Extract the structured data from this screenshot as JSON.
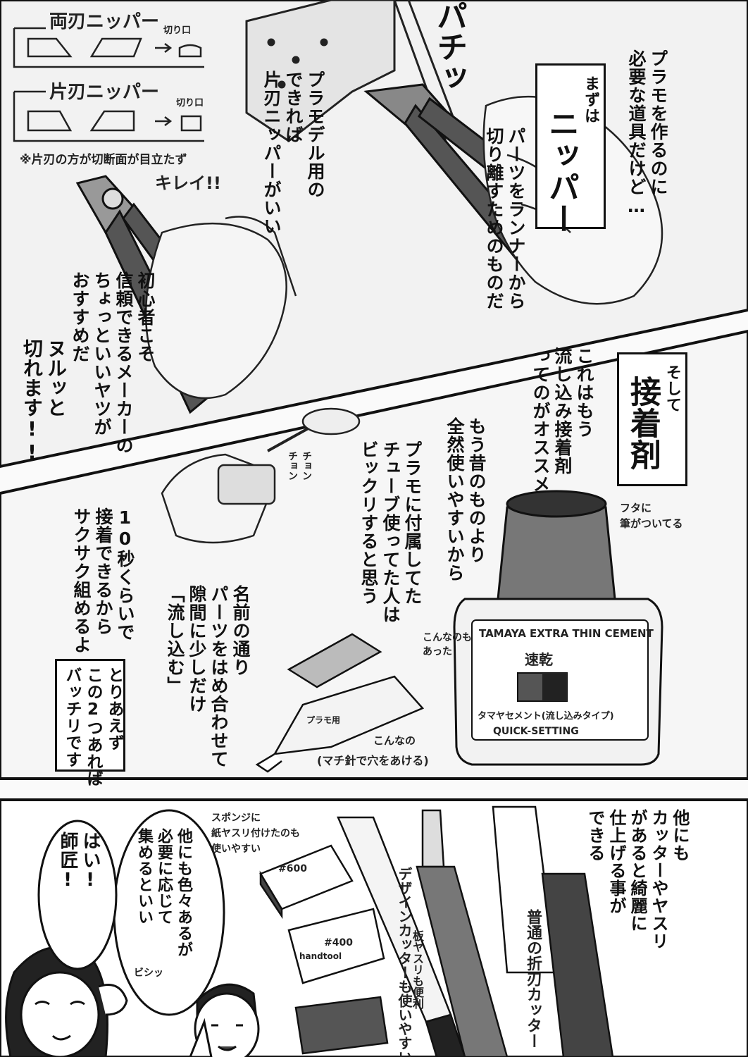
{
  "panel1": {
    "diagram_double_title": "両刃ニッパー",
    "diagram_double_cut": "切り口",
    "diagram_single_title": "片刃ニッパー",
    "diagram_single_cut": "切り口",
    "diagram_note": "※片刃の方が切断面が目立たず",
    "diagram_note_exclaim": "キレイ!!",
    "sfx_snip": "パチッ",
    "narration_top": "プラモを作るのに\n必要な道具だけど…",
    "title_box_small": "まずは",
    "title_box_big": "ニッパー",
    "caption_purpose": "パーツをランナーから\n切り離すためのものだ",
    "caption_model": "プラモデル用の\nできれば\n片刃ニッパーがいい",
    "caption_beginner": "初心者こそ\n信頼できるメーカーの\nちょっといいヤツが\nおすすめだ",
    "sfx_cut": "ヌルッと\n切れます!!"
  },
  "panel2": {
    "title_box_small": "そして",
    "title_box_big": "接着剤",
    "caption_flow": "これはもう\n流し込み接着剤\nってのがオススメ",
    "caption_easy": "もう昔のものより\n全然使いやすいから",
    "caption_tube": "プラモに付属してた\nチューブ使ってた人は\nビックリすると思う",
    "caption_name": "名前の通り\nパーツをはめ合わせて\n隙間に少しだけ\n「流し込む」",
    "caption_10sec": "10秒くらいで\n接着できるから\nサクサク組めるよ",
    "caption_enough": "とりあえず\nこの2つあれば\nバッチリです",
    "note_cap": "フタに\n筆がついてる",
    "note_also": "こんなのも\nあった",
    "note_like_this": "こんなの",
    "note_pin": "(マチ針で穴をあける)",
    "sfx_chon": "チョン\nチョン",
    "bottle_brand": "TAMAYA EXTRA THIN CEMENT",
    "bottle_kanji": "速乾",
    "bottle_jp": "タマヤセメント(流し込みタイプ)",
    "bottle_quick": "QUICK-SETTING",
    "tube_label": "プラモ用"
  },
  "panel3": {
    "caption_other": "他にも\nカッターやヤスリ\nがあると綺麗に\n仕上げる事が\nできる",
    "sponge_note": "スポンジに\n紙ヤスリ付けたのも\n使いやすい",
    "design_cutter": "デザインカッターも使いやすい",
    "folding_cutter": "普通の折刃カッター",
    "board_file": "板ヤスリも便利",
    "speech_master": "他にも色々あるが\n必要に応じて\n集めるといい",
    "speech_girl": "はい!\n師匠!",
    "sfx_salute": "ビシッ",
    "sandpaper_1": "#600",
    "sandpaper_2": "#400",
    "sandpaper_3": "handtool"
  }
}
